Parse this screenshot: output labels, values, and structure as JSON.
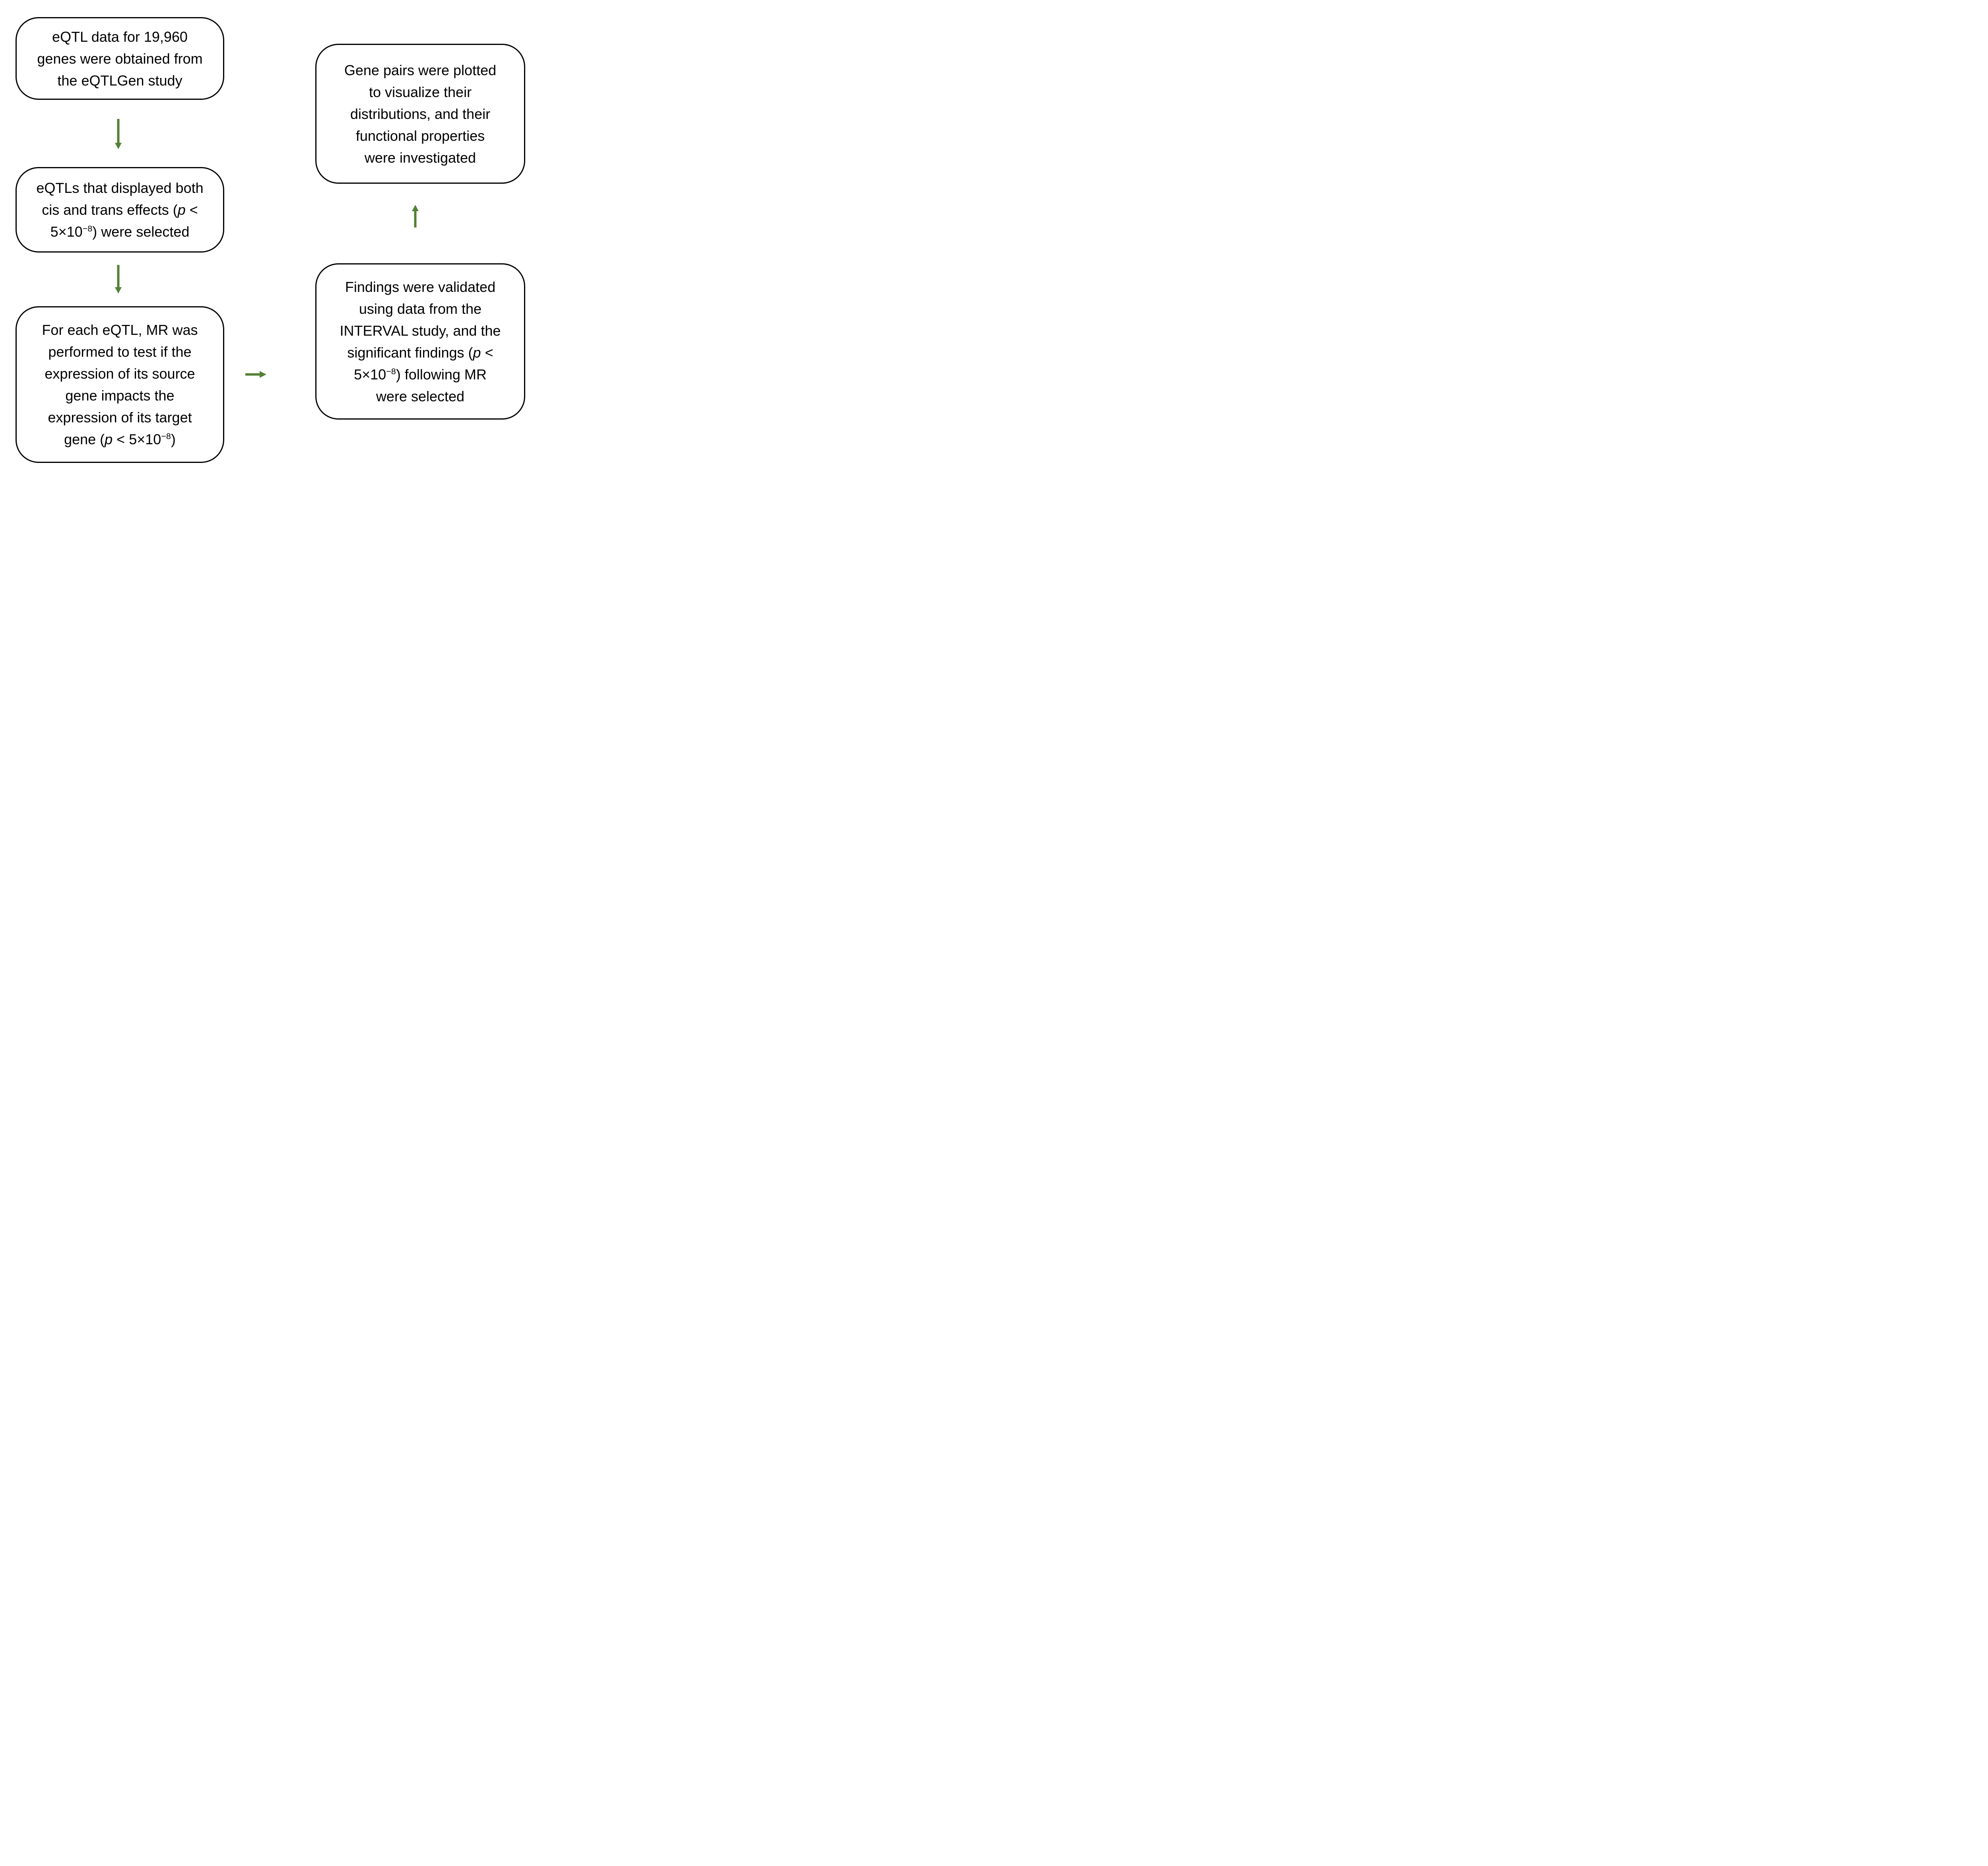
{
  "diagram": {
    "title": "eQTL Mendelian randomization study workflow",
    "colors": {
      "background": "#ffffff",
      "box_border": "#000000",
      "text": "#000000",
      "arrow": "#538135"
    },
    "boxes": {
      "eqtl_data": {
        "text": "eQTL data for 19,960 genes were obtained from the eQTLGen study",
        "lines": [
          [
            {
              "text": "eQTL data for 19,960"
            }
          ],
          [
            {
              "text": "genes were obtained from"
            }
          ],
          [
            {
              "text": "the eQTLGen study"
            }
          ]
        ]
      },
      "eqtl_selection": {
        "text": "eQTLs that displayed both cis and trans effects (p < 5×10−8) were selected",
        "lines": [
          [
            {
              "text": "eQTLs that displayed both"
            }
          ],
          [
            {
              "text": "cis and trans effects ("
            },
            {
              "text": "p",
              "italic": true
            },
            {
              "text": " <"
            }
          ],
          [
            {
              "text": "5×10"
            },
            {
              "text": "−8",
              "sup": true
            },
            {
              "text": ") were selected"
            }
          ]
        ]
      },
      "mr_analysis": {
        "text": "For each eQTL, MR was performed to test if the expression of its source gene impacts the expression of its target gene (p < 5×10−8)",
        "lines": [
          [
            {
              "text": "For each eQTL, MR was"
            }
          ],
          [
            {
              "text": "performed to test if the"
            }
          ],
          [
            {
              "text": "expression of its source"
            }
          ],
          [
            {
              "text": "gene impacts the"
            }
          ],
          [
            {
              "text": "expression of its target"
            }
          ],
          [
            {
              "text": "gene ("
            },
            {
              "text": "p",
              "italic": true
            },
            {
              "text": " < 5×10"
            },
            {
              "text": "−8",
              "sup": true
            },
            {
              "text": ")"
            }
          ]
        ]
      },
      "validation": {
        "text": "Findings were validated using data from the INTERVAL study, and the significant findings (p < 5×10−8) following MR were selected",
        "lines": [
          [
            {
              "text": "Findings were validated"
            }
          ],
          [
            {
              "text": "using data from the"
            }
          ],
          [
            {
              "text": "INTERVAL study, and the"
            }
          ],
          [
            {
              "text": "significant findings ("
            },
            {
              "text": "p",
              "italic": true
            },
            {
              "text": " <"
            }
          ],
          [
            {
              "text": "5×10"
            },
            {
              "text": "−8",
              "sup": true
            },
            {
              "text": ") following MR"
            }
          ],
          [
            {
              "text": "were selected"
            }
          ]
        ]
      },
      "gene_pairs": {
        "text": "Gene pairs were plotted to visualize their distributions, and their functional properties were investigated",
        "lines": [
          [
            {
              "text": "Gene pairs were plotted"
            }
          ],
          [
            {
              "text": "to visualize their"
            }
          ],
          [
            {
              "text": "distributions, and their"
            }
          ],
          [
            {
              "text": "functional properties"
            }
          ],
          [
            {
              "text": "were investigated"
            }
          ]
        ]
      }
    },
    "arrows": [
      {
        "id": "down-arrow-1",
        "direction": "down",
        "from": "eqtl_data",
        "to": "eqtl_selection"
      },
      {
        "id": "down-arrow-2",
        "direction": "down",
        "from": "eqtl_selection",
        "to": "mr_analysis"
      },
      {
        "id": "right-arrow",
        "direction": "right",
        "from": "mr_analysis",
        "to": "validation"
      },
      {
        "id": "up-arrow",
        "direction": "up",
        "from": "validation",
        "to": "gene_pairs"
      }
    ]
  }
}
